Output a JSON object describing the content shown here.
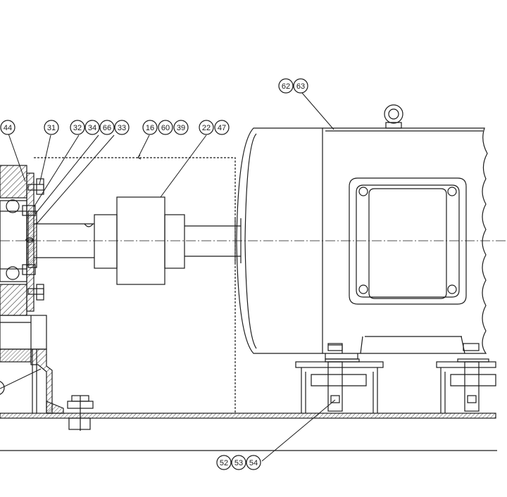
{
  "drawing": {
    "line_color": "#1a1a1a",
    "background_color": "#ffffff",
    "callouts": [
      {
        "id": "c-62-63",
        "numbers": [
          "62",
          "63"
        ]
      },
      {
        "id": "c-44",
        "numbers": [
          "44"
        ]
      },
      {
        "id": "c-31",
        "numbers": [
          "31"
        ]
      },
      {
        "id": "c-32-34-66-33",
        "numbers": [
          "32",
          "34",
          "66",
          "33"
        ]
      },
      {
        "id": "c-16-60-39",
        "numbers": [
          "16",
          "60",
          "39"
        ]
      },
      {
        "id": "c-22-47",
        "numbers": [
          "22",
          "47"
        ]
      },
      {
        "id": "c-52-53-54",
        "numbers": [
          "52",
          "53",
          "54"
        ]
      }
    ]
  }
}
